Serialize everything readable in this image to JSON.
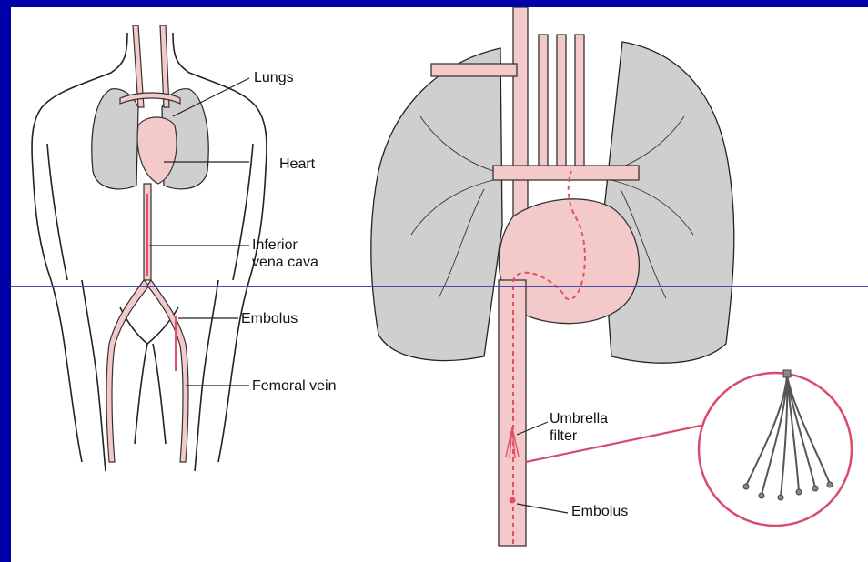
{
  "labels": {
    "lungs": "Lungs",
    "heart": "Heart",
    "ivc_line1": "Inferior",
    "ivc_line2": "vena cava",
    "embolus_left": "Embolus",
    "femoral_vein": "Femoral vein",
    "umbrella_line1": "Umbrella",
    "umbrella_line2": "filter",
    "embolus_right": "Embolus"
  },
  "colors": {
    "frame": "#0000a8",
    "panel": "#ffffff",
    "vessel": "#f4c9c9",
    "vessel_outline": "#333333",
    "embolus": "#e0506a",
    "lung_fill": "#cfcfcf",
    "magnifier_circle": "#d84b6b"
  }
}
